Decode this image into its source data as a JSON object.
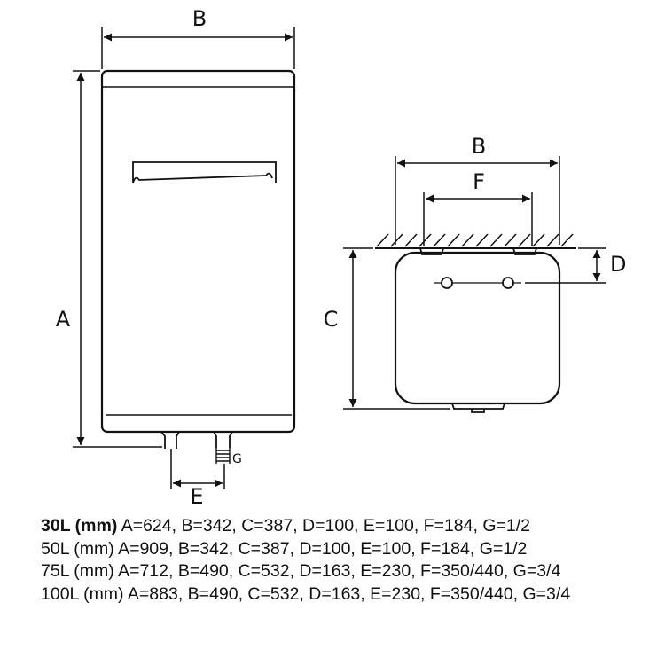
{
  "diagram": {
    "labels": {
      "A": "A",
      "B": "B",
      "C": "C",
      "D": "D",
      "E": "E",
      "F": "F",
      "G": "G"
    }
  },
  "specs": [
    {
      "model": "30L (mm)",
      "values": "A=624, B=342, C=387, D=100, E=100, F=184, G=1/2",
      "bold": true
    },
    {
      "model": "50L (mm)",
      "values": "A=909, B=342, C=387, D=100, E=100, F=184, G=1/2",
      "bold": false
    },
    {
      "model": "75L (mm)",
      "values": "A=712, B=490, C=532, D=163, E=230, F=350/440, G=3/4",
      "bold": false
    },
    {
      "model": "100L (mm)",
      "values": "A=883, B=490, C=532, D=163, E=230, F=350/440, G=3/4",
      "bold": false
    }
  ]
}
